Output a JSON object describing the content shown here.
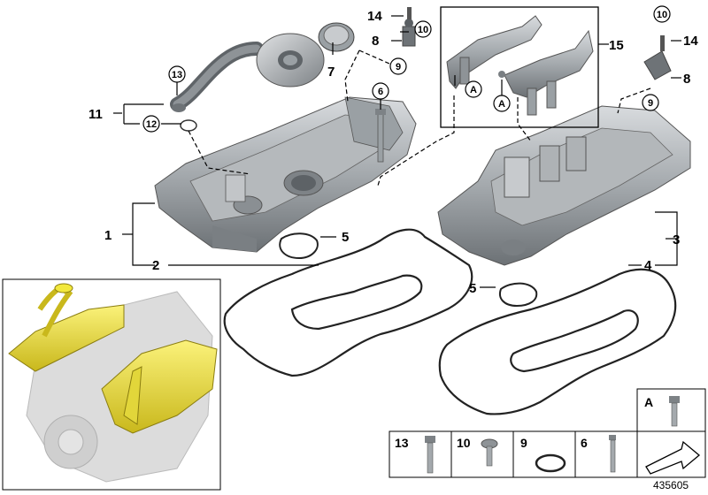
{
  "diagram": {
    "doc_number": "435605",
    "callouts": {
      "c1": "1",
      "c2": "2",
      "c3": "3",
      "c4": "4",
      "c5a": "5",
      "c5b": "5",
      "c6": "6",
      "c7": "7",
      "c8a": "8",
      "c8b": "8",
      "c9a": "9",
      "c9b": "9",
      "c10a": "10",
      "c10b": "10",
      "c11": "11",
      "c12": "12",
      "c13": "13",
      "c14a": "14",
      "c14b": "14",
      "c15": "15",
      "cAa": "A",
      "cAb": "A"
    },
    "parts_table": {
      "cells": [
        "13",
        "10",
        "9",
        "6"
      ],
      "extra_cell": "A"
    }
  },
  "colors": {
    "part_gray": "#9ea3a7",
    "part_dark": "#6e7377",
    "part_light": "#d3d6d9",
    "highlight_yellow": "#f2e83c",
    "ghost_gray": "#d4d4d4",
    "line": "#000000"
  }
}
